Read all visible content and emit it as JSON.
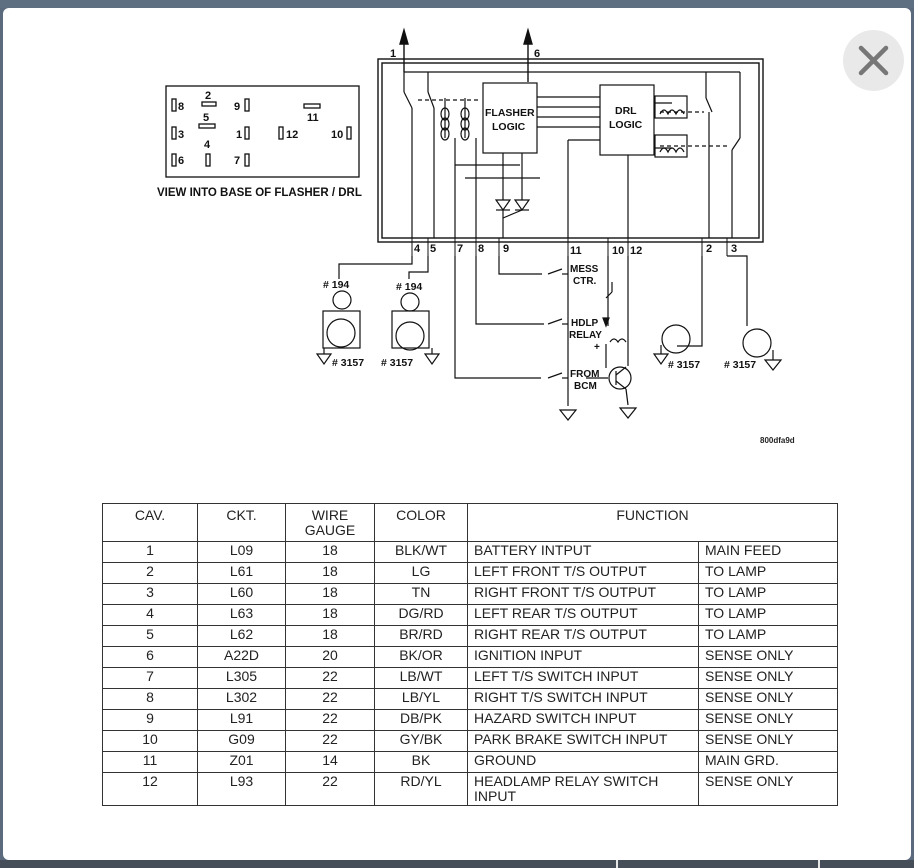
{
  "close_label": "close",
  "base_view": {
    "title": "VIEW INTO BASE OF FLASHER / DRL",
    "pins": [
      "8",
      "2",
      "9",
      "5",
      "11",
      "3",
      "1",
      "12",
      "10",
      "4",
      "6",
      "7"
    ]
  },
  "blocks": {
    "flasher": [
      "FLASHER",
      "LOGIC"
    ],
    "drl": [
      "DRL",
      "LOGIC"
    ]
  },
  "terminals": {
    "t1": "1",
    "t6": "6",
    "t4": "4",
    "t5": "5",
    "t7": "7",
    "t8": "8",
    "t9": "9",
    "t11": "11",
    "t10": "10",
    "t12": "12",
    "t2": "2",
    "t3": "3"
  },
  "lamps": {
    "l194a": "# 194",
    "l194b": "# 194",
    "l3157a": "# 3157",
    "l3157b": "# 3157",
    "l3157c": "# 3157",
    "l3157d": "# 3157"
  },
  "switches": {
    "mess": [
      "MESS",
      "CTR."
    ],
    "hdlp": [
      "HDLP",
      "RELAY"
    ],
    "bcm": [
      "FROM",
      "BCM"
    ],
    "plus": "+"
  },
  "ref_code": "800dfa9d",
  "table": {
    "headers": {
      "cav": "CAV.",
      "ckt": "CKT.",
      "gauge": [
        "WIRE",
        "GAUGE"
      ],
      "color": "COLOR",
      "function": "FUNCTION"
    },
    "rows": [
      {
        "cav": "1",
        "ckt": "L09",
        "gauge": "18",
        "color": "BLK/WT",
        "function": "BATTERY INTPUT",
        "note": "MAIN FEED"
      },
      {
        "cav": "2",
        "ckt": "L61",
        "gauge": "18",
        "color": "LG",
        "function": "LEFT FRONT T/S OUTPUT",
        "note": "TO LAMP"
      },
      {
        "cav": "3",
        "ckt": "L60",
        "gauge": "18",
        "color": "TN",
        "function": "RIGHT FRONT T/S OUTPUT",
        "note": "TO LAMP"
      },
      {
        "cav": "4",
        "ckt": "L63",
        "gauge": "18",
        "color": "DG/RD",
        "function": "LEFT REAR T/S OUTPUT",
        "note": "TO LAMP"
      },
      {
        "cav": "5",
        "ckt": "L62",
        "gauge": "18",
        "color": "BR/RD",
        "function": "RIGHT REAR T/S OUTPUT",
        "note": "TO LAMP"
      },
      {
        "cav": "6",
        "ckt": "A22D",
        "gauge": "20",
        "color": "BK/OR",
        "function": "IGNITION INPUT",
        "note": "SENSE ONLY"
      },
      {
        "cav": "7",
        "ckt": "L305",
        "gauge": "22",
        "color": "LB/WT",
        "function": "LEFT T/S SWITCH INPUT",
        "note": "SENSE ONLY"
      },
      {
        "cav": "8",
        "ckt": "L302",
        "gauge": "22",
        "color": "LB/YL",
        "function": "RIGHT T/S SWITCH INPUT",
        "note": "SENSE ONLY"
      },
      {
        "cav": "9",
        "ckt": "L91",
        "gauge": "22",
        "color": "DB/PK",
        "function": "HAZARD SWITCH INPUT",
        "note": "SENSE ONLY"
      },
      {
        "cav": "10",
        "ckt": "G09",
        "gauge": "22",
        "color": "GY/BK",
        "function": "PARK BRAKE SWITCH INPUT",
        "note": "SENSE ONLY"
      },
      {
        "cav": "11",
        "ckt": "Z01",
        "gauge": "14",
        "color": "BK",
        "function": "GROUND",
        "note": "MAIN GRD."
      },
      {
        "cav": "12",
        "ckt": "L93",
        "gauge": "22",
        "color": "RD/YL",
        "function": "HEADLAMP RELAY SWITCH INPUT",
        "note": "SENSE ONLY"
      }
    ]
  }
}
